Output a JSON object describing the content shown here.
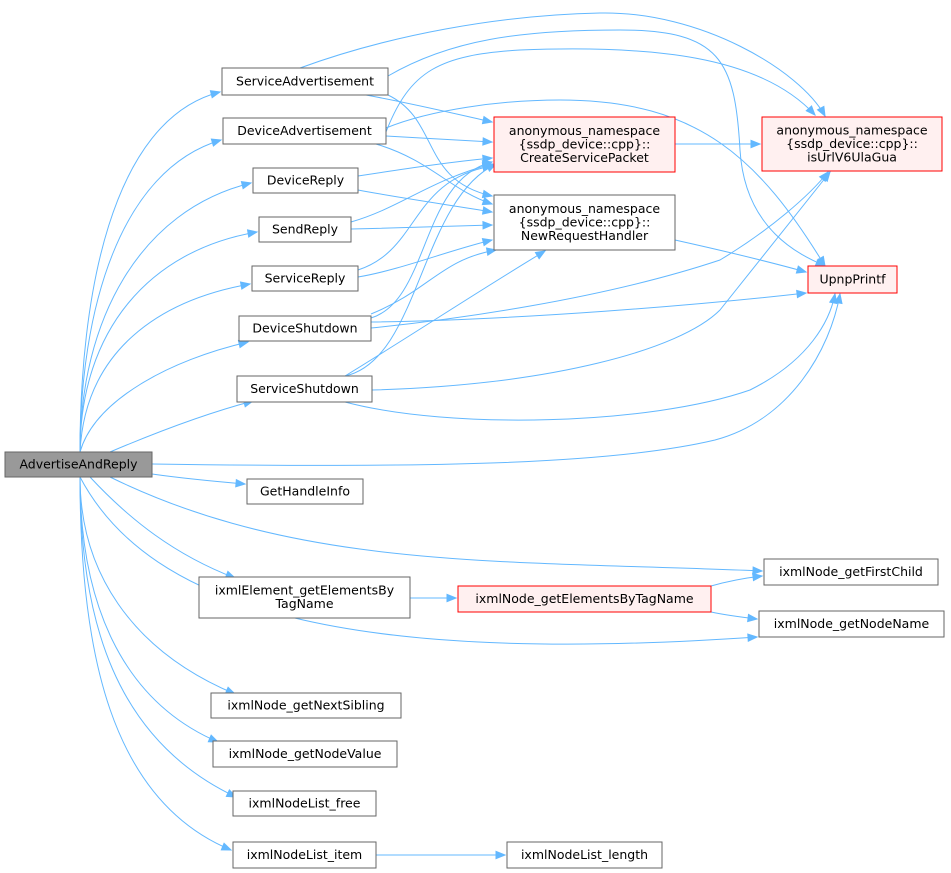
{
  "colors": {
    "edge": "#63b8ff",
    "root_fill": "#999999",
    "root_stroke": "#666666",
    "node_fill": "#ffffff",
    "node_stroke": "#666666",
    "highlight_fill": "#fff0f0",
    "highlight_stroke": "#ff0000"
  },
  "nodes": [
    {
      "id": "advertise_and_reply",
      "lines": [
        "AdvertiseAndReply"
      ],
      "style": "root"
    },
    {
      "id": "service_advertisement",
      "lines": [
        "ServiceAdvertisement"
      ],
      "style": "normal"
    },
    {
      "id": "device_advertisement",
      "lines": [
        "DeviceAdvertisement"
      ],
      "style": "normal"
    },
    {
      "id": "device_reply",
      "lines": [
        "DeviceReply"
      ],
      "style": "normal"
    },
    {
      "id": "send_reply",
      "lines": [
        "SendReply"
      ],
      "style": "normal"
    },
    {
      "id": "service_reply",
      "lines": [
        "ServiceReply"
      ],
      "style": "normal"
    },
    {
      "id": "device_shutdown",
      "lines": [
        "DeviceShutdown"
      ],
      "style": "normal"
    },
    {
      "id": "service_shutdown",
      "lines": [
        "ServiceShutdown"
      ],
      "style": "normal"
    },
    {
      "id": "get_handle_info",
      "lines": [
        "GetHandleInfo"
      ],
      "style": "normal"
    },
    {
      "id": "ixml_element_get_elements_by_tag_name",
      "lines": [
        "ixmlElement_getElementsBy",
        "TagName"
      ],
      "style": "normal"
    },
    {
      "id": "ixml_node_get_next_sibling",
      "lines": [
        "ixmlNode_getNextSibling"
      ],
      "style": "normal"
    },
    {
      "id": "ixml_node_get_node_value",
      "lines": [
        "ixmlNode_getNodeValue"
      ],
      "style": "normal"
    },
    {
      "id": "ixml_node_list_free",
      "lines": [
        "ixmlNodeList_free"
      ],
      "style": "normal"
    },
    {
      "id": "ixml_node_list_item",
      "lines": [
        "ixmlNodeList_item"
      ],
      "style": "normal"
    },
    {
      "id": "create_service_packet",
      "lines": [
        "anonymous_namespace",
        "{ssdp_device::cpp}::",
        "CreateServicePacket"
      ],
      "style": "highlight"
    },
    {
      "id": "new_request_handler",
      "lines": [
        "anonymous_namespace",
        "{ssdp_device::cpp}::",
        "NewRequestHandler"
      ],
      "style": "normal"
    },
    {
      "id": "ixml_node_get_elements_by_tag_name",
      "lines": [
        "ixmlNode_getElementsByTagName"
      ],
      "style": "highlight"
    },
    {
      "id": "ixml_node_list_length",
      "lines": [
        "ixmlNodeList_length"
      ],
      "style": "normal"
    },
    {
      "id": "is_url_v6_ula_gua",
      "lines": [
        "anonymous_namespace",
        "{ssdp_device::cpp}::",
        "isUrlV6UlaGua"
      ],
      "style": "highlight"
    },
    {
      "id": "upnp_printf",
      "lines": [
        "UpnpPrintf"
      ],
      "style": "highlight"
    },
    {
      "id": "ixml_node_get_first_child",
      "lines": [
        "ixmlNode_getFirstChild"
      ],
      "style": "normal"
    },
    {
      "id": "ixml_node_get_node_name",
      "lines": [
        "ixmlNode_getNodeName"
      ],
      "style": "normal"
    }
  ],
  "edges": [
    {
      "from": "advertise_and_reply",
      "to": "service_advertisement"
    },
    {
      "from": "advertise_and_reply",
      "to": "device_advertisement"
    },
    {
      "from": "advertise_and_reply",
      "to": "device_reply"
    },
    {
      "from": "advertise_and_reply",
      "to": "send_reply"
    },
    {
      "from": "advertise_and_reply",
      "to": "service_reply"
    },
    {
      "from": "advertise_and_reply",
      "to": "device_shutdown"
    },
    {
      "from": "advertise_and_reply",
      "to": "service_shutdown"
    },
    {
      "from": "advertise_and_reply",
      "to": "upnp_printf"
    },
    {
      "from": "advertise_and_reply",
      "to": "get_handle_info"
    },
    {
      "from": "advertise_and_reply",
      "to": "ixml_node_get_first_child"
    },
    {
      "from": "advertise_and_reply",
      "to": "ixml_element_get_elements_by_tag_name"
    },
    {
      "from": "advertise_and_reply",
      "to": "ixml_node_get_node_name"
    },
    {
      "from": "advertise_and_reply",
      "to": "ixml_node_get_next_sibling"
    },
    {
      "from": "advertise_and_reply",
      "to": "ixml_node_get_node_value"
    },
    {
      "from": "advertise_and_reply",
      "to": "ixml_node_list_free"
    },
    {
      "from": "advertise_and_reply",
      "to": "ixml_node_list_item"
    },
    {
      "from": "service_advertisement",
      "to": "create_service_packet"
    },
    {
      "from": "service_advertisement",
      "to": "new_request_handler"
    },
    {
      "from": "service_advertisement",
      "to": "is_url_v6_ula_gua"
    },
    {
      "from": "service_advertisement",
      "to": "upnp_printf"
    },
    {
      "from": "device_advertisement",
      "to": "create_service_packet"
    },
    {
      "from": "device_advertisement",
      "to": "new_request_handler"
    },
    {
      "from": "device_advertisement",
      "to": "is_url_v6_ula_gua"
    },
    {
      "from": "device_advertisement",
      "to": "upnp_printf"
    },
    {
      "from": "device_reply",
      "to": "create_service_packet"
    },
    {
      "from": "device_reply",
      "to": "new_request_handler"
    },
    {
      "from": "send_reply",
      "to": "create_service_packet"
    },
    {
      "from": "send_reply",
      "to": "new_request_handler"
    },
    {
      "from": "service_reply",
      "to": "create_service_packet"
    },
    {
      "from": "service_reply",
      "to": "new_request_handler"
    },
    {
      "from": "device_shutdown",
      "to": "create_service_packet"
    },
    {
      "from": "device_shutdown",
      "to": "new_request_handler"
    },
    {
      "from": "device_shutdown",
      "to": "is_url_v6_ula_gua"
    },
    {
      "from": "device_shutdown",
      "to": "upnp_printf"
    },
    {
      "from": "service_shutdown",
      "to": "create_service_packet"
    },
    {
      "from": "service_shutdown",
      "to": "new_request_handler"
    },
    {
      "from": "service_shutdown",
      "to": "is_url_v6_ula_gua"
    },
    {
      "from": "service_shutdown",
      "to": "upnp_printf"
    },
    {
      "from": "create_service_packet",
      "to": "is_url_v6_ula_gua"
    },
    {
      "from": "new_request_handler",
      "to": "upnp_printf"
    },
    {
      "from": "ixml_element_get_elements_by_tag_name",
      "to": "ixml_node_get_elements_by_tag_name"
    },
    {
      "from": "ixml_node_get_elements_by_tag_name",
      "to": "ixml_node_get_first_child"
    },
    {
      "from": "ixml_node_get_elements_by_tag_name",
      "to": "ixml_node_get_node_name"
    },
    {
      "from": "ixml_node_list_item",
      "to": "ixml_node_list_length"
    }
  ]
}
